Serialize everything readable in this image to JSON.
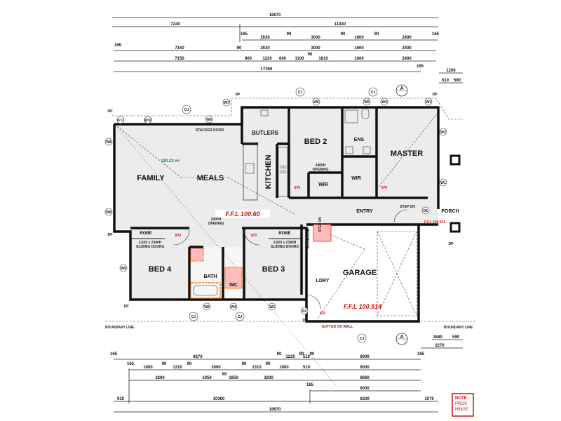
{
  "dims": {
    "top": [
      "18670",
      "7240",
      "11430",
      "165",
      "2630",
      "90",
      "3000",
      "90",
      "1600",
      "90",
      "2400",
      "165",
      "165",
      "7150",
      "90",
      "2630",
      "3000",
      "1600",
      "2400",
      "7150",
      "900",
      "1220",
      "600",
      "1100",
      "90",
      "1810",
      "1600",
      "2400",
      "17260",
      "165",
      "1200",
      "610",
      "590"
    ],
    "bottom": [
      "165",
      "9270",
      "90",
      "1220",
      "90",
      "510",
      "90",
      "6000",
      "165",
      "165",
      "1800",
      "90",
      "1310",
      "90",
      "3090",
      "90",
      "1310",
      "90",
      "1800",
      "510",
      "6000",
      "3200",
      "1950",
      "90",
      "1950",
      "3200",
      "6660",
      "165",
      "6000",
      "910",
      "10360",
      "6330",
      "1070",
      "18670",
      "1680",
      "590",
      "2270"
    ]
  },
  "rooms": {
    "family": "FAMILY",
    "meals": "MEALS",
    "kitchen": "KITCHEN",
    "butlers": "BUTLERS",
    "bed2": "BED 2",
    "ens": "ENS",
    "master": "MASTER",
    "wir1": "WIR",
    "wir2": "WIR",
    "entry": "ENTRY",
    "porch": "PORCH",
    "bed4": "BED 4",
    "bath": "BATH",
    "wc": "WC",
    "bed3": "BED 3",
    "ldry": "LDRY",
    "garage": "GARAGE",
    "storage": "STORAGE",
    "robe1": "ROBE",
    "robe2": "ROBE"
  },
  "notes": {
    "stacker": "STACKER DOOR",
    "area": "130.22 m²",
    "ffl_main": "F.F.L 100.60",
    "ffl_garage": "F.F.L 100.514",
    "ffl_porch": "F.F.L 100.514",
    "opening1_a": "2400H",
    "opening1_b": "OPENING",
    "opening2_a": "2400H",
    "opening2_b": "OPENING",
    "sliding1_a": "2,620 x 2340H",
    "sliding1_b": "SLIDING DOORS",
    "sliding2_a": "2,620 x 2340H",
    "sliding2_b": "SLIDING DOORS",
    "gutter": "GUTTER ON WALL",
    "boundary_left": "BOUNDARY LINE",
    "boundary_right": "BOUNDARY LINE",
    "step_dn": "STEP DN",
    "step_dn2": "STEP DN",
    "note_box": [
      "NOTE",
      "PROV",
      "HINGE"
    ]
  },
  "tags": {
    "windows": [
      "W12",
      "W10",
      "W9",
      "W8",
      "W8",
      "W7",
      "W6",
      "W5",
      "W4",
      "W3",
      "W2",
      "W1",
      "W5",
      "W6",
      "W4",
      "W3"
    ],
    "cj": [
      "CJ",
      "CJ",
      "CJ",
      "CJ",
      "CJ",
      "CJ"
    ],
    "dp": [
      "DP",
      "DP",
      "DP",
      "DP",
      "DP",
      "DP",
      "DP"
    ],
    "doors": [
      "D1",
      "D2"
    ],
    "section": [
      "A",
      "A"
    ],
    "door_sizes": [
      "870",
      "870",
      "870",
      "870",
      "820"
    ]
  },
  "colors": {
    "ffl": "#cc1111",
    "area": "#118833",
    "hazard": "#ee2222",
    "wall": "#111111"
  }
}
